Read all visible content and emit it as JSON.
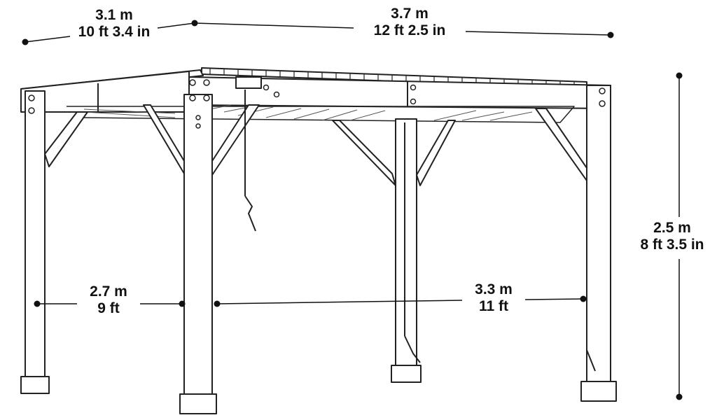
{
  "dimensions": {
    "depth_top": {
      "metric": "3.1 m",
      "imperial": "10 ft 3.4 in"
    },
    "width_top": {
      "metric": "3.7 m",
      "imperial": "12 ft 2.5 in"
    },
    "height": {
      "metric": "2.5 m",
      "imperial": "8 ft 3.5 in"
    },
    "depth_bottom": {
      "metric": "2.7 m",
      "imperial": "9 ft"
    },
    "width_bottom": {
      "metric": "3.3 m",
      "imperial": "11 ft"
    }
  }
}
